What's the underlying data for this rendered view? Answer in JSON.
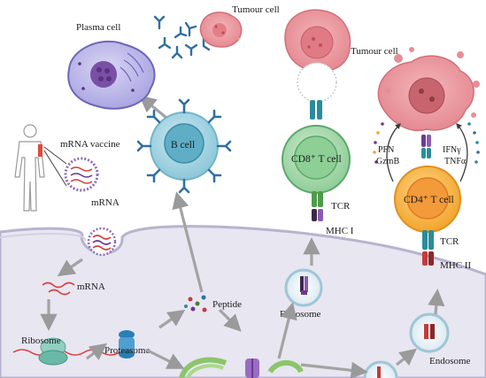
{
  "labels": {
    "plasma_cell": "Plasma cell",
    "tumour_cell_top": "Tumour cell",
    "tumour_cell_right": "Tumour cell",
    "mrna_vaccine": "mRNA vaccine",
    "mrna_particle": "mRNA",
    "b_cell": "B cell",
    "cd8_t_cell": "CD8⁺ T cell",
    "cd4_t_cell": "CD4⁺ T cell",
    "tcr_left": "TCR",
    "tcr_right": "TCR",
    "mhc_i": "MHC I",
    "mhc_ii": "MHC II",
    "pfn": "PFN",
    "gzmb": "GzmB",
    "ifn": "IFNγ",
    "tnf": "TNFα",
    "mrna_cytoplasm": "mRNA",
    "ribosome": "Ribosome",
    "proteasome": "Proteasome",
    "peptide": "Peptide",
    "endosome_left": "Endosome",
    "endosome_right": "Endosome"
  },
  "colors": {
    "cytoplasm": "#e6e4f0",
    "membrane": "#b7b3cf",
    "b_cell": "#9fd3e2",
    "b_cell_nucleus": "#5faec6",
    "antibody": "#2f6fa1",
    "plasma_cell": "#b9b6e6",
    "tumour": "#e59aa0",
    "tumour_core": "#c8646e",
    "cd8": "#9fd3a8",
    "cd8_nucleus": "#5aa86a",
    "cd4": "#f6b23b",
    "cd4_nucleus": "#f08a3a",
    "tcr_teal": "#2a8c9a",
    "mhc_purple": "#6b3b8e",
    "mhc_red": "#c33b3b",
    "arrow": "#9a9a9a",
    "mrna": "#d84040"
  }
}
